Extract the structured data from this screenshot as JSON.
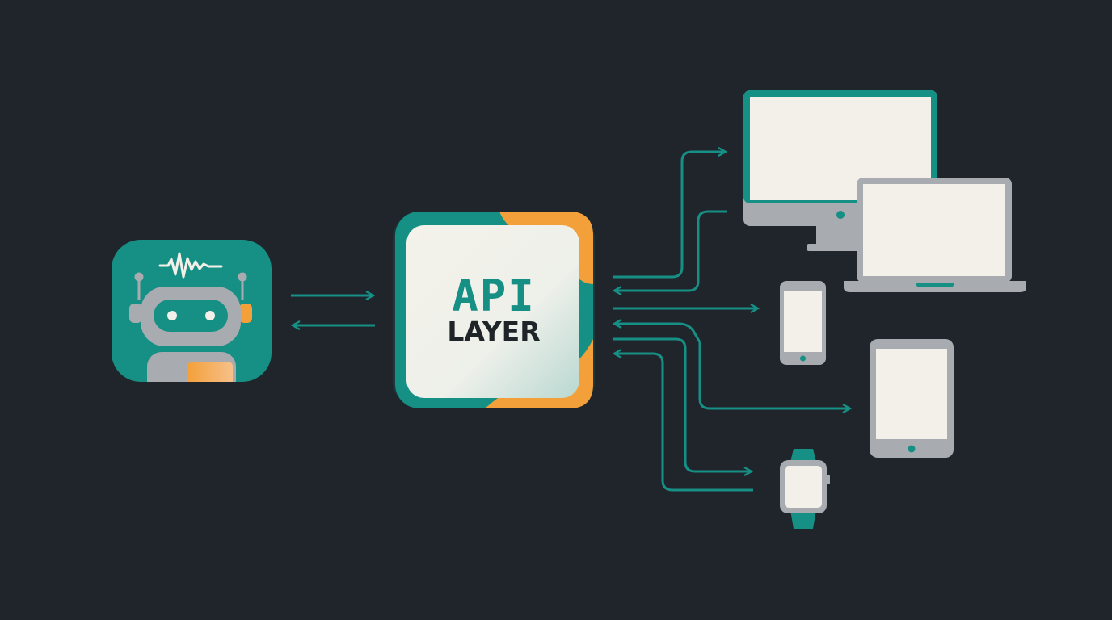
{
  "api_layer": {
    "title": "API",
    "subtitle": "LAYER"
  },
  "nodes": {
    "ai_agent": "ai-robot-icon",
    "api": "api-layer-box",
    "devices": [
      "desktop-monitor-icon",
      "laptop-icon",
      "smartphone-icon",
      "tablet-icon",
      "smartwatch-icon"
    ]
  },
  "colors": {
    "background": "#20252b",
    "teal": "#168f85",
    "orange": "#f4a03a",
    "screen": "#f2f0e8",
    "device_gray": "#a8abb0"
  }
}
